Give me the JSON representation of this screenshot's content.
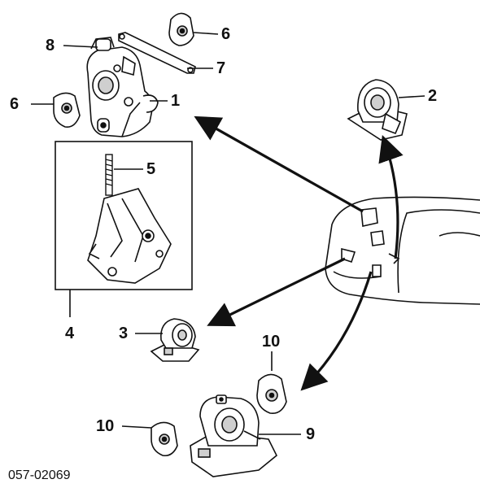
{
  "diagram": {
    "callouts": {
      "c1": "1",
      "c2": "2",
      "c3": "3",
      "c4": "4",
      "c5": "5",
      "c6a": "6",
      "c6b": "6",
      "c7": "7",
      "c8": "8",
      "c9": "9",
      "c10a": "10",
      "c10b": "10"
    },
    "figure_code": "057-02069"
  },
  "colors": {
    "ink": "#111111",
    "paper": "#ffffff",
    "shade": "#cfcfcf"
  }
}
